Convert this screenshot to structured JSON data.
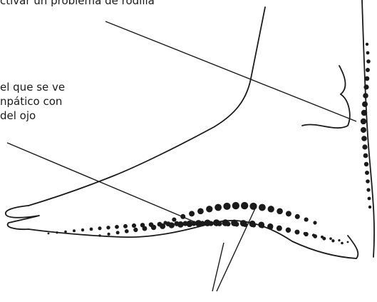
{
  "labels": {
    "top": "ctivar un problema de rodilla",
    "middle": [
      "el que se ve",
      "npático con",
      "del ojo"
    ]
  },
  "colors": {
    "ink": "#1a1a1a",
    "background": "#ffffff"
  }
}
